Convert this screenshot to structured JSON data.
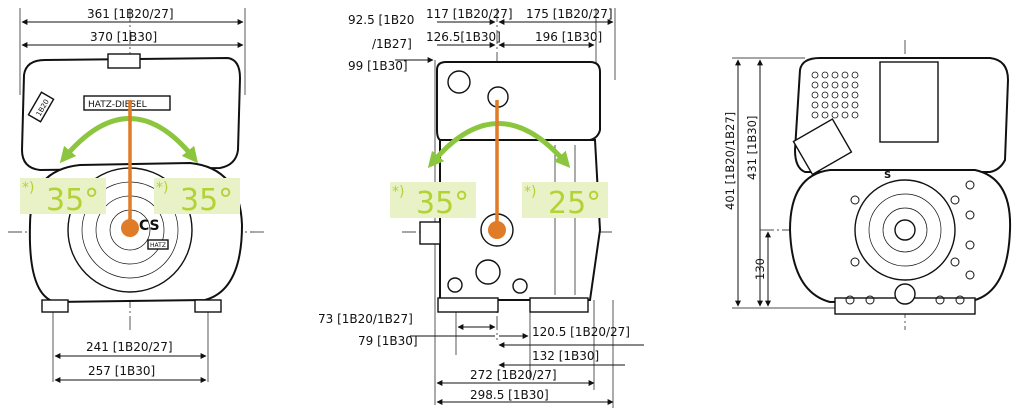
{
  "front_view": {
    "dims": {
      "top_a": "361 [1B20/27]",
      "top_b": "370 [1B30]",
      "bottom_a": "241 [1B20/27]",
      "bottom_b": "257 [1B30]"
    },
    "angle_left": {
      "star": "*)",
      "value": "35°"
    },
    "angle_right": {
      "star": "*)",
      "value": "35°"
    },
    "brand_text": "HATZ-DIESEL",
    "badge_text": "1B20",
    "model_text": "CS",
    "small_badge": "HATZ"
  },
  "side_view": {
    "dims": {
      "top_left_a": "92.5 [1B20",
      "top_left_b": "/1B27]",
      "top_left_c": "99 [1B30]",
      "top_mid_a": "117 [1B20/27]",
      "top_mid_b": "126.5[1B30]",
      "top_right_a": "175 [1B20/27]",
      "top_right_b": "196 [1B30]",
      "bottom_left_a": "73 [1B20/1B27]",
      "bottom_left_b": "79 [1B30]",
      "bottom_right_a": "120.5 [1B20/27]",
      "bottom_right_b": "132   [1B30]",
      "overall_a": "272  [1B20/27]",
      "overall_b": "298.5  [1B30]"
    },
    "angle_left": {
      "star": "*)",
      "value": "35°"
    },
    "angle_right": {
      "star": "*)",
      "value": "25°"
    }
  },
  "rear_view": {
    "dims": {
      "height_a": "401 [1B20/1B27]",
      "height_b": "431 [1B30]",
      "shaft_height": "130"
    },
    "mark_s": "S"
  },
  "colors": {
    "arrow_green": "#8cc63f",
    "label_green": "#b2d235",
    "label_bg": "#e8f2c6",
    "axis_orange": "#e07b27"
  },
  "icons": [
    "curved-double-arrow-icon",
    "tilt-axis-icon"
  ]
}
